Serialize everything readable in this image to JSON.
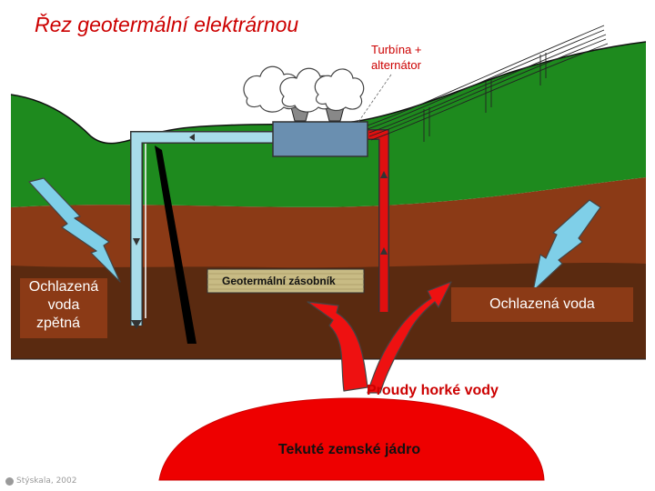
{
  "title": "Řez geotermální elektrárnou",
  "labels": {
    "turbine_line1": "Turbína +",
    "turbine_line2": "alternátor",
    "cooled_water_left_line1": "Ochlazená",
    "cooled_water_left_line2": "voda",
    "cooled_water_return": "zpětná",
    "cooled_water_right": "Ochlazená voda",
    "reservoir": "Geotermální zásobník",
    "hot_water_flows": "Proudy horké vody",
    "liquid_core": "Tekuté zemské jádro"
  },
  "credit": "Stýskala, 2002",
  "colors": {
    "title": "#cc0000",
    "sky": "#ffffff",
    "grass": "#1e8a1e",
    "soil_brown": "#8b3a16",
    "deep_rock": "#5a2a10",
    "reservoir_fill": "#c8bb84",
    "cold_pipe": "#a8dcea",
    "hot_pipe": "#e01010",
    "turbine": "#6a8fb0",
    "core": "#ee0000",
    "cold_arrow": "#7fcfe8",
    "hot_arrow": "#ee1111"
  }
}
